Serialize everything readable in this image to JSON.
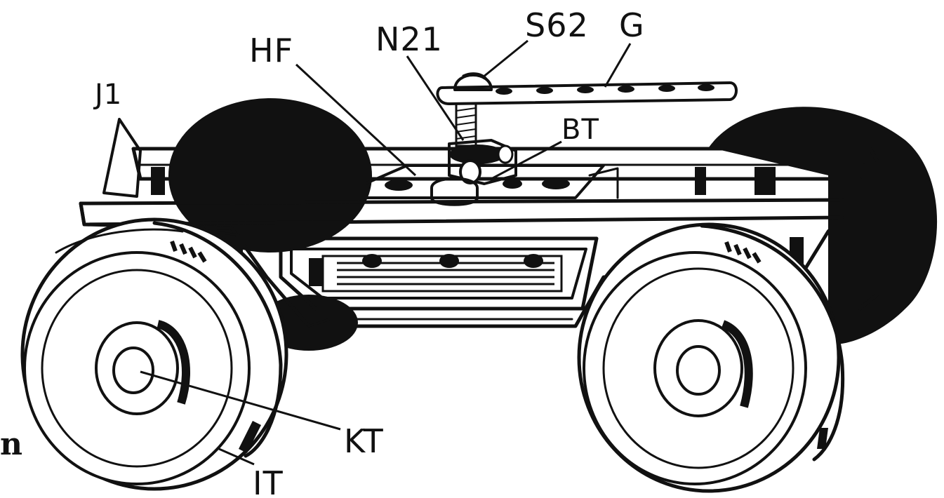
{
  "diagram": {
    "labels": {
      "hf": "HF",
      "n21": "N21",
      "s62": "S62",
      "g": "G",
      "j1": "J1",
      "bt": "BT",
      "kt": "KT",
      "it": "IT"
    },
    "edge_fragment": "n"
  },
  "colors": {
    "ink": "#111111",
    "paper": "#ffffff"
  }
}
